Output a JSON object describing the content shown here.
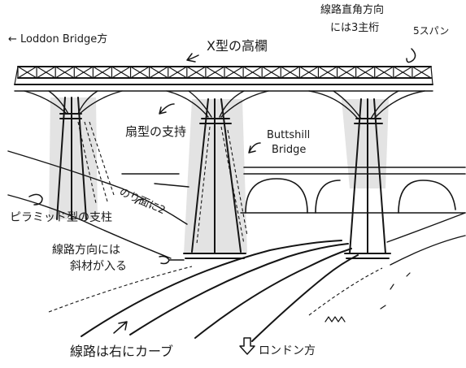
{
  "annotations": {
    "loddon_bridge": "← Loddon Bridge方",
    "x_truss": "X型の高欄",
    "cross_direction_line1": "線路直角方向",
    "cross_direction_line2": "には3主桁",
    "five_spans": "5スパン",
    "fan_support": "扇型の支持",
    "butts_hill_line1": "Buttshill",
    "butts_hill_line2": "Bridge",
    "slope": "のり面に2",
    "pyramid_pier": "ピラミッド型の支柱",
    "rail_direction_line1": "線路方向には",
    "rail_direction_line2": "斜材が入る",
    "track_curve": "線路は右にカーブ",
    "to_london": "ロンドン方"
  },
  "colors": {
    "ink": "#151515",
    "shade": "#e3e3e3",
    "paper": "#ffffff"
  }
}
